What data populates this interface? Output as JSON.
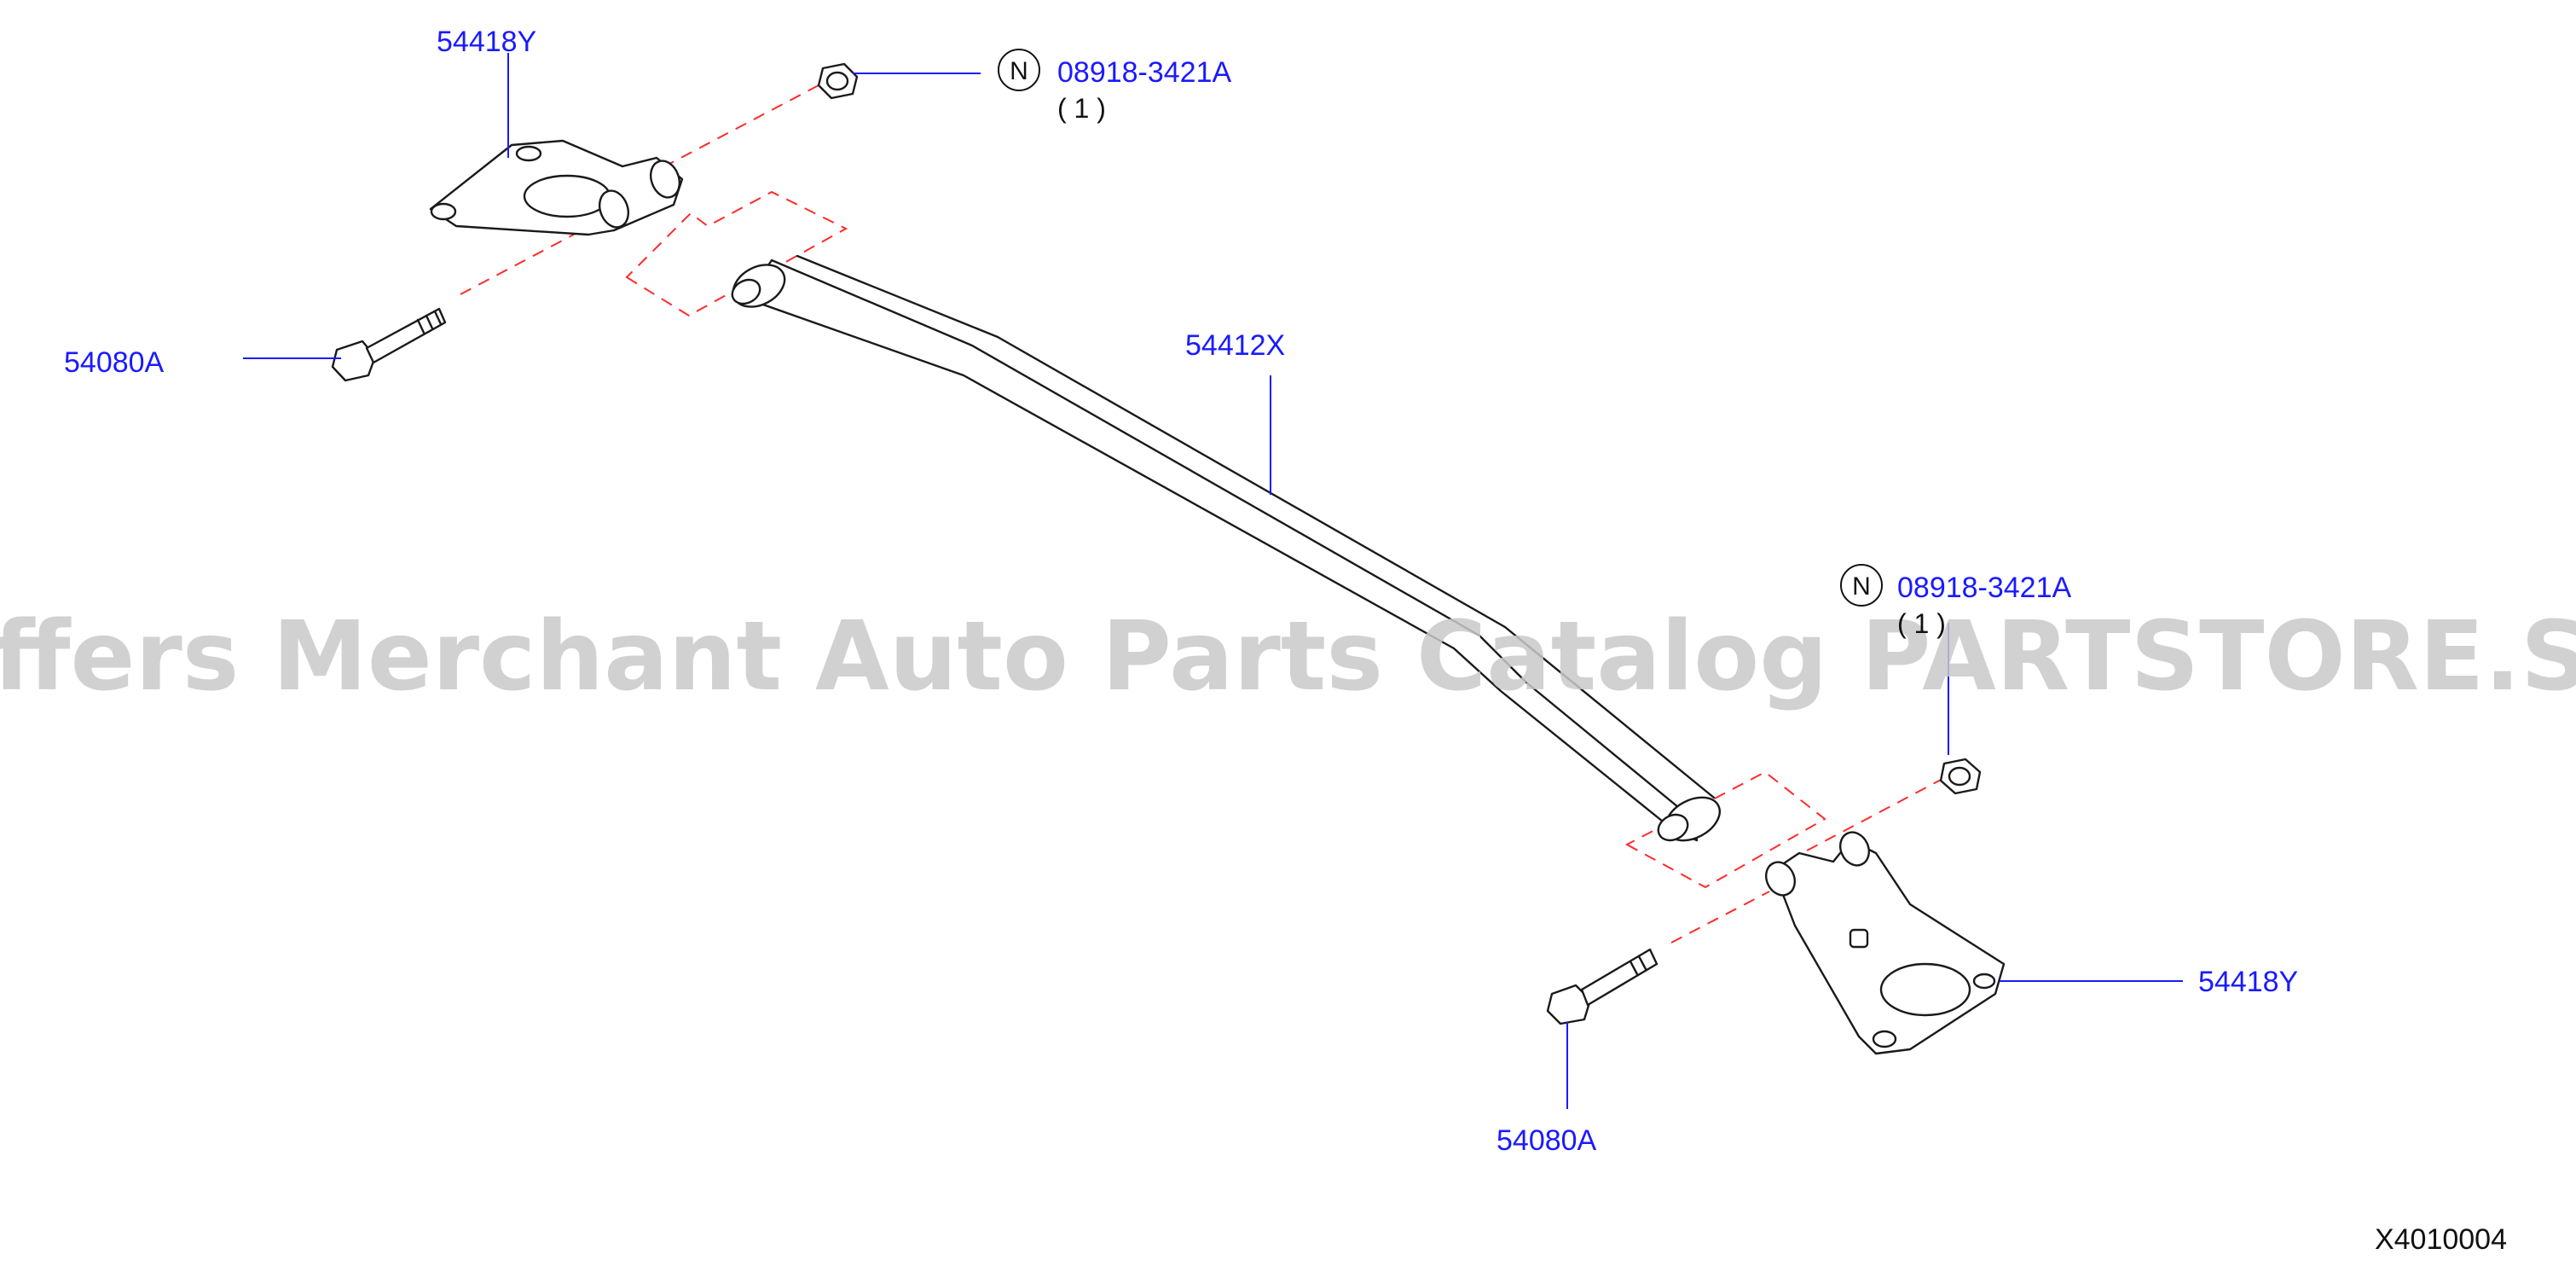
{
  "callouts": {
    "bracket_left": "54418Y",
    "bracket_right": "54418Y",
    "nut_top": "08918-3421A",
    "nut_top_qty": "( 1 )",
    "nut_right": "08918-3421A",
    "nut_right_qty": "( 1 )",
    "bolt_left": "54080A",
    "bolt_right": "54080A",
    "rod": "54412X",
    "n_mark": "N"
  },
  "figure_code": "X4010004",
  "watermark": "Offers Merchant Auto Parts Catalog PARTSTORE.SA",
  "colors": {
    "callout": "#1a1aff",
    "dashed_guide": "#ff2a2a",
    "linework": "#1a1a1a",
    "watermark": "#c9c9c9"
  }
}
